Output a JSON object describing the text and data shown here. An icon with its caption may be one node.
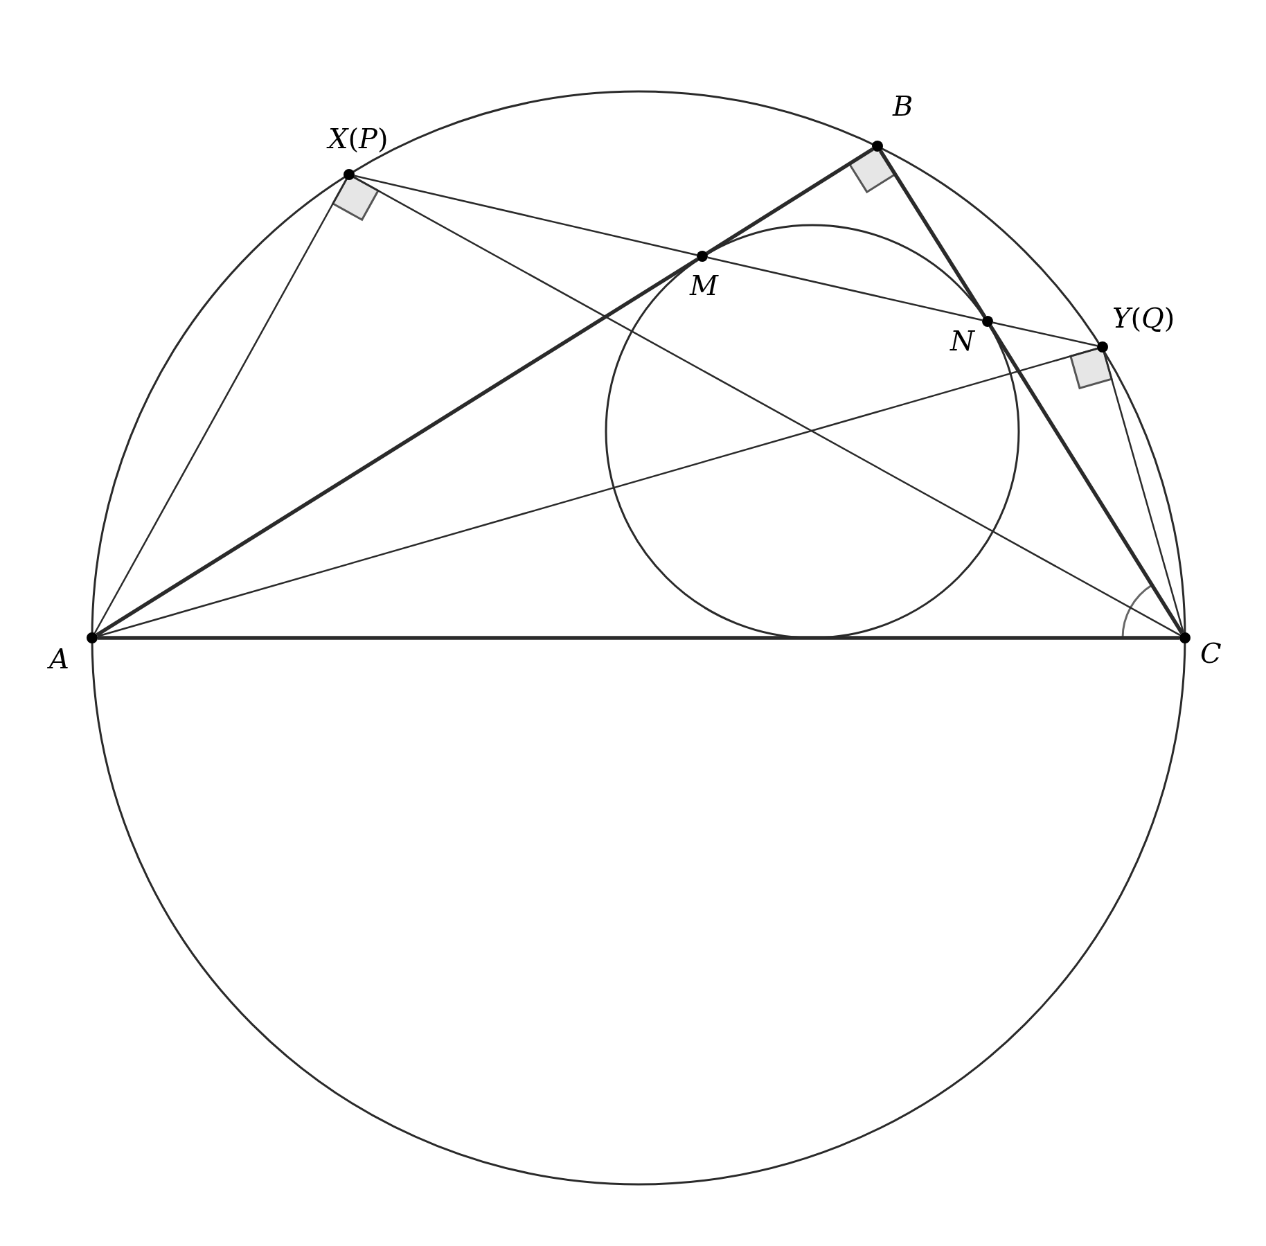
{
  "diagram": {
    "nodes": [
      {
        "text": [
          "*X*(*P*)"
        ]
      },
      {
        "text": [
          "*B*"
        ]
      },
      {
        "text": [
          "*M*"
        ]
      },
      {
        "text": [
          "*N*"
        ]
      },
      {
        "text": [
          "*Y*(*Q*)"
        ]
      },
      {
        "text": [
          "*A*"
        ]
      },
      {
        "text": [
          "*C*"
        ]
      }
    ],
    "edges": [
      {
        "from": 5,
        "to": 2,
        "arrow": "none",
        "style": "thick"
      },
      {
        "from": 2,
        "to": 1,
        "arrow": "none",
        "style": "thick"
      },
      {
        "from": 1,
        "to": 3,
        "arrow": "none",
        "style": "thick"
      },
      {
        "from": 3,
        "to": 6,
        "arrow": "none",
        "style": "thick"
      },
      {
        "from": 5,
        "to": 6,
        "arrow": "none",
        "style": "thick"
      },
      {
        "from": 0,
        "to": 5,
        "arrow": "none"
      },
      {
        "from": 0,
        "to": 6,
        "arrow": "none"
      },
      {
        "from": 0,
        "to": 2,
        "arrow": "none"
      },
      {
        "from": 2,
        "to": 3,
        "arrow": "none"
      },
      {
        "from": 3,
        "to": 4,
        "arrow": "none"
      },
      {
        "from": 4,
        "to": 5,
        "arrow": "none"
      },
      {
        "from": 4,
        "to": 6,
        "arrow": "none"
      }
    ]
  }
}
